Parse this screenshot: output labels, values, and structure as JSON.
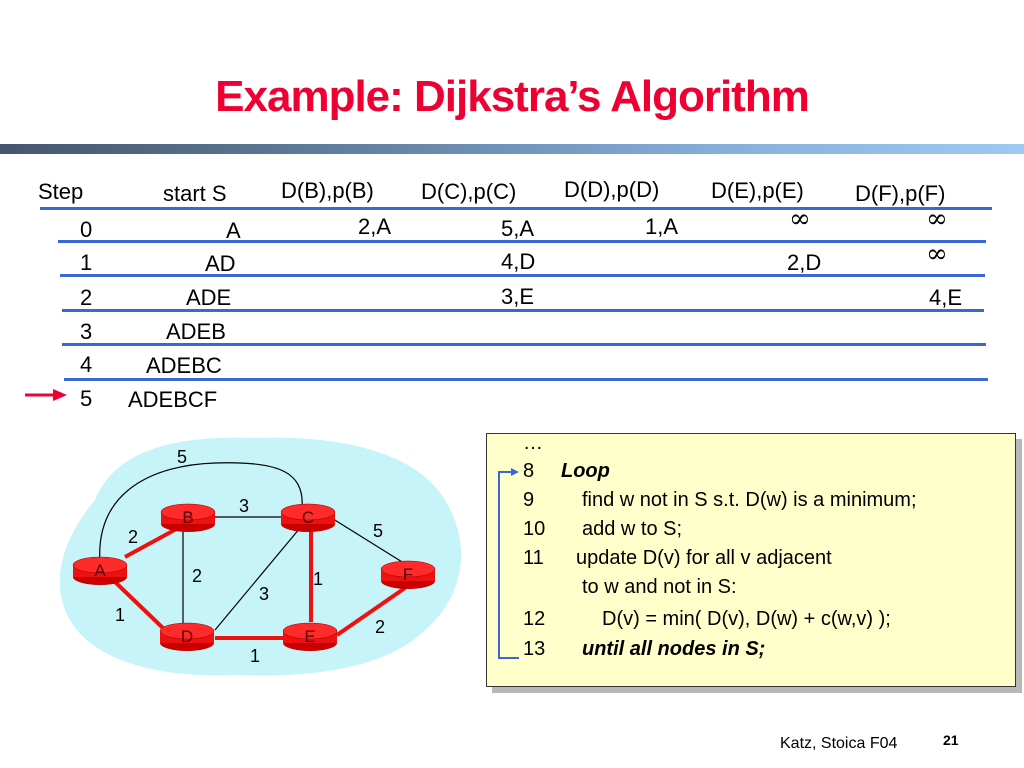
{
  "title": "Example: Dijkstra’s Algorithm",
  "table": {
    "headers": [
      "Step",
      "start S",
      "D(B),p(B)",
      "D(C),p(C)",
      "D(D),p(D)",
      "D(E),p(E)",
      "D(F),p(F)"
    ],
    "rows": [
      {
        "step": "0",
        "set": "A",
        "b": "2,A",
        "c": "5,A",
        "d": "1,A",
        "e": "∞",
        "f": "∞"
      },
      {
        "step": "1",
        "set": "AD",
        "b": "",
        "c": "4,D",
        "d": "",
        "e": "2,D",
        "f": "∞"
      },
      {
        "step": "2",
        "set": "ADE",
        "b": "",
        "c": "3,E",
        "d": "",
        "e": "",
        "f": "4,E"
      },
      {
        "step": "3",
        "set": "ADEB",
        "b": "",
        "c": "",
        "d": "",
        "e": "",
        "f": ""
      },
      {
        "step": "4",
        "set": "ADEBC",
        "b": "",
        "c": "",
        "d": "",
        "e": "",
        "f": ""
      },
      {
        "step": "5",
        "set": "ADEBCF",
        "b": "",
        "c": "",
        "d": "",
        "e": "",
        "f": ""
      }
    ],
    "current_step_marker": "arrow-right-icon",
    "line_color": "#3a66d6"
  },
  "graph": {
    "nodes": [
      "A",
      "B",
      "C",
      "D",
      "E",
      "F"
    ],
    "edges": [
      {
        "from": "A",
        "to": "B",
        "cost": "2",
        "in_tree": true
      },
      {
        "from": "A",
        "to": "D",
        "cost": "1",
        "in_tree": true
      },
      {
        "from": "A",
        "to": "C",
        "cost": "5",
        "in_tree": false
      },
      {
        "from": "B",
        "to": "C",
        "cost": "3",
        "in_tree": false
      },
      {
        "from": "B",
        "to": "D",
        "cost": "2",
        "in_tree": false
      },
      {
        "from": "C",
        "to": "D",
        "cost": "3",
        "in_tree": false
      },
      {
        "from": "C",
        "to": "E",
        "cost": "1",
        "in_tree": true
      },
      {
        "from": "C",
        "to": "F",
        "cost": "5",
        "in_tree": false
      },
      {
        "from": "D",
        "to": "E",
        "cost": "1",
        "in_tree": true
      },
      {
        "from": "E",
        "to": "F",
        "cost": "2",
        "in_tree": true
      }
    ],
    "node_color": "#ee1111",
    "cloud_color": "#c6f4f8"
  },
  "code": {
    "lines": [
      {
        "num": "…",
        "text": ""
      },
      {
        "num": "8",
        "text": "Loop"
      },
      {
        "num": "9",
        "text": "find w not in S s.t. D(w) is a minimum;"
      },
      {
        "num": "10",
        "text": "add w to S;"
      },
      {
        "num": "11",
        "text": "update D(v) for all v adjacent"
      },
      {
        "num": "",
        "text": "to w and not in S:"
      },
      {
        "num": "12",
        "text": "D(v) = min( D(v), D(w) + c(w,v) );"
      },
      {
        "num": "13",
        "text": "until all nodes in S;"
      }
    ]
  },
  "footer": {
    "authors": "Katz, Stoica F04",
    "page": "21"
  }
}
